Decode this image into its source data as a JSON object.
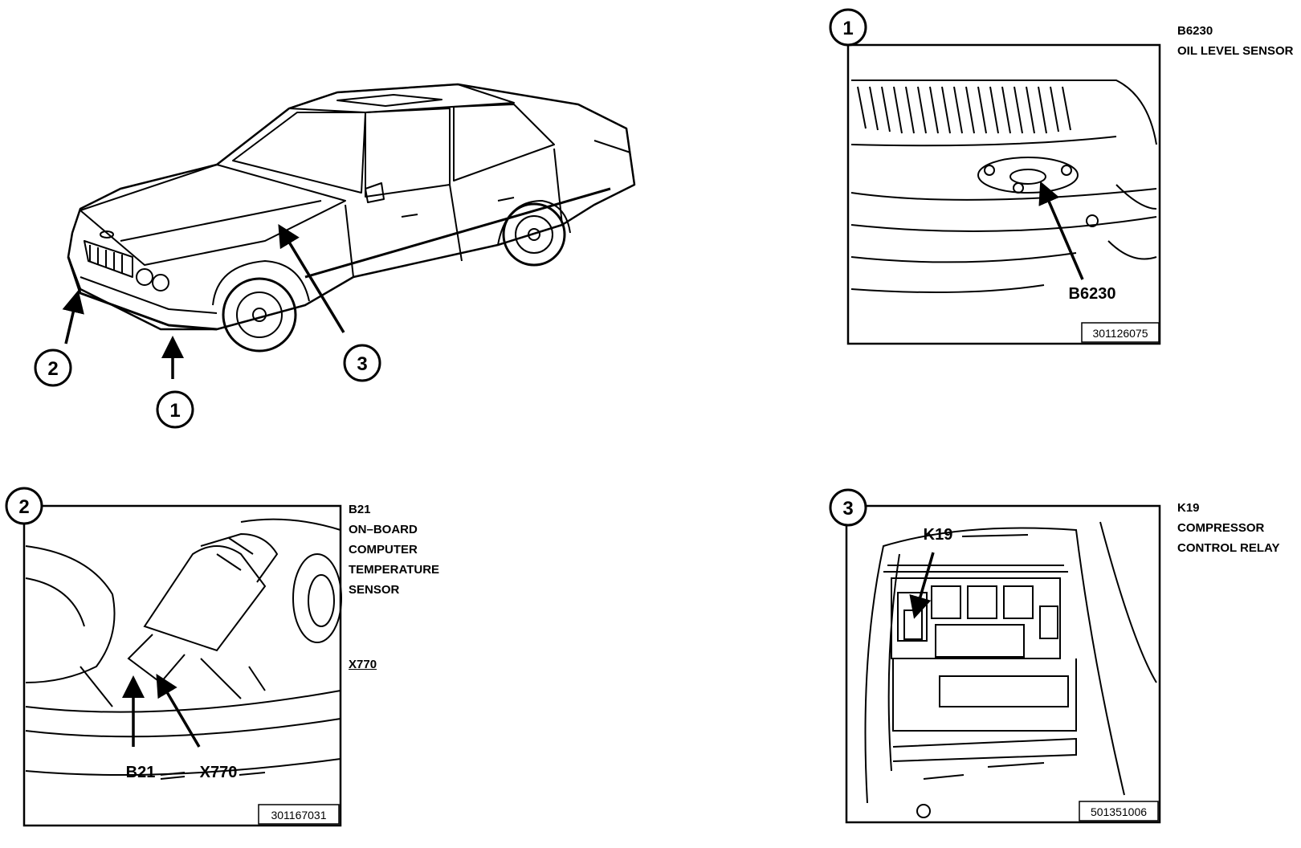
{
  "overview": {
    "markers": [
      "1",
      "2",
      "3"
    ]
  },
  "panel1": {
    "number": "1",
    "code": "B6230",
    "description": "OIL LEVEL SENSOR",
    "label": "B6230",
    "part_number": "301126075"
  },
  "panel2": {
    "number": "2",
    "code": "B21",
    "description_lines": [
      "ON–BOARD",
      "COMPUTER",
      "TEMPERATURE",
      "SENSOR"
    ],
    "connector": "X770",
    "label_sensor": "B21",
    "label_connector": "X770",
    "part_number": "301167031"
  },
  "panel3": {
    "number": "3",
    "code": "K19",
    "description_lines": [
      "COMPRESSOR",
      "CONTROL RELAY"
    ],
    "label": "K19",
    "part_number": "501351006"
  }
}
